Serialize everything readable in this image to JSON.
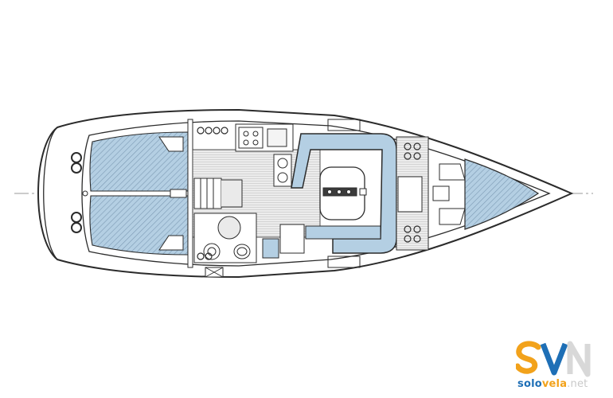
{
  "logo": {
    "letters": "SVN",
    "word_part1": "solo",
    "word_part2": "vela",
    "word_part3": ".net"
  },
  "colors": {
    "cabin_blue": "#b4cfe3",
    "hatch": "#7c9ab4",
    "line": "#2b2b2b",
    "floor": "#e8e8e8",
    "logo_blue": "#1e6fb6",
    "logo_orange": "#f2a21b"
  }
}
